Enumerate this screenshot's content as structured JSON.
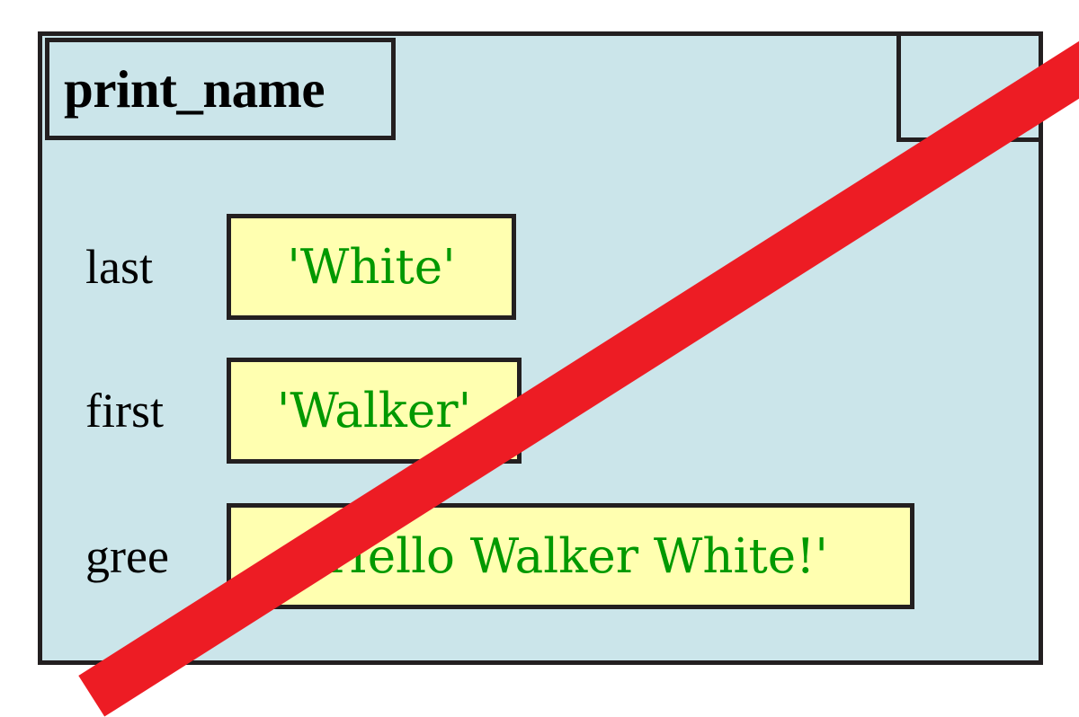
{
  "diagram": {
    "type": "python-tutor-stack-frame",
    "frame_title": "print_name",
    "frame_bg_color": "#cbe5ea",
    "border_color": "#231f20",
    "value_box_bg_color": "#ffffb0",
    "value_text_color": "#019901",
    "strike_color": "#ed1c24",
    "strike_present": true,
    "header_slot_label": "",
    "variables": [
      {
        "name": "last",
        "value": "'White'"
      },
      {
        "name": "first",
        "value": "'Walker'"
      },
      {
        "name": "gree",
        "value": "'Hello Walker White!'"
      }
    ]
  }
}
